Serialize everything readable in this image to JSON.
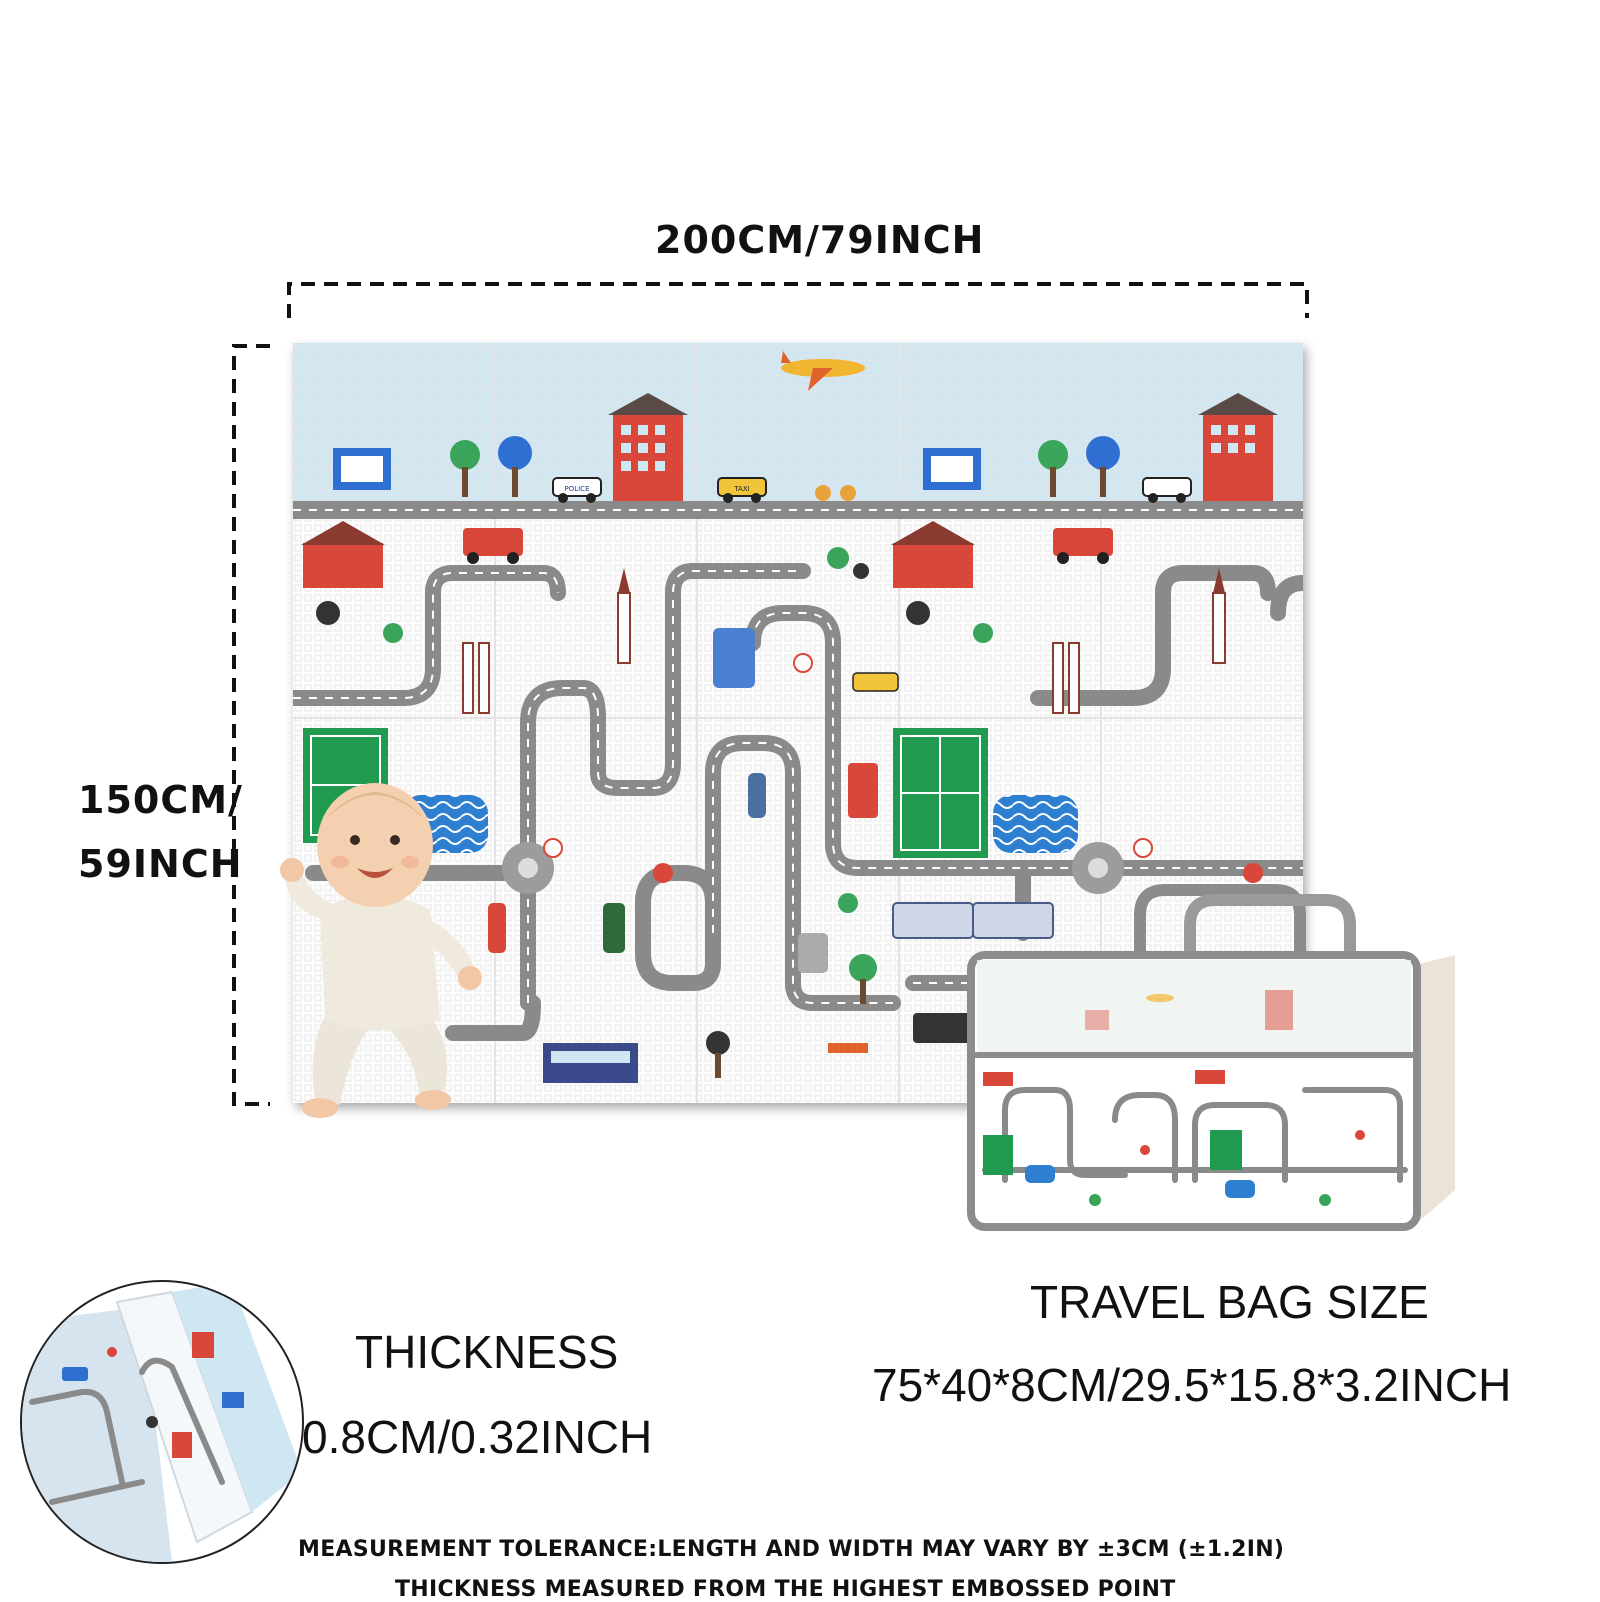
{
  "dimensions": {
    "width_label": "200CM/79INCH",
    "height_label_line1": "150CM/",
    "height_label_line2": "59INCH"
  },
  "thickness": {
    "title": "THICKNESS",
    "value": "0.8CM/0.32INCH"
  },
  "travel_bag": {
    "title": "TRAVEL BAG SIZE",
    "value": "75*40*8CM/29.5*15.8*3.2INCH"
  },
  "notes": {
    "tolerance": "MEASUREMENT TOLERANCE:LENGTH AND WIDTH MAY VARY BY ±3CM (±1.2IN)",
    "thickness_note": "THICKNESS MEASURED FROM THE HIGHEST EMBOSSED POINT"
  },
  "mat_signs": {
    "police": "POLICE",
    "taxi": "TAXI"
  },
  "colors": {
    "sky": "#cfe6f3",
    "road": "#8a8a8a",
    "court": "#1f9a4e",
    "pool": "#2f7fd1",
    "building": "#d9473a"
  }
}
